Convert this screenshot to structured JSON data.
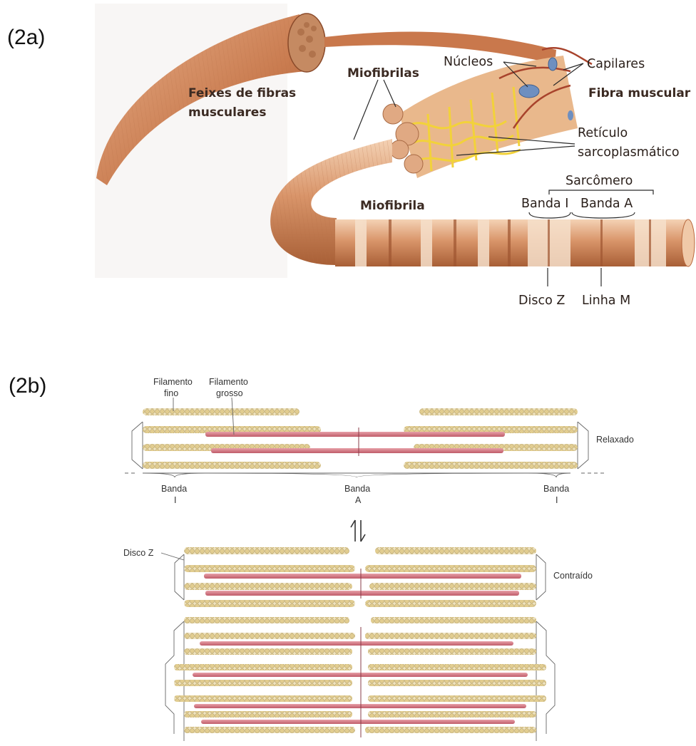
{
  "figure_a": {
    "panel_label": "(2a)",
    "labels": {
      "feixes_line1": "Feixes de fibras",
      "feixes_line2": "musculares",
      "miofibrilas": "Miofibrilas",
      "nucleos": "Núcleos",
      "capilares": "Capilares",
      "fibra_muscular": "Fibra muscular",
      "reticulo_line1": "Retículo",
      "reticulo_line2": "sarcoplasmático",
      "sarcomero": "Sarcômero",
      "banda_i": "Banda I",
      "banda_a": "Banda A",
      "miofibrila": "Miofibrila",
      "disco_z": "Disco Z",
      "linha_m": "Linha M"
    }
  },
  "figure_b": {
    "panel_label": "(2b)",
    "labels": {
      "filamento_fino_1": "Filamento",
      "filamento_fino_2": "fino",
      "filamento_grosso_1": "Filamento",
      "filamento_grosso_2": "grosso",
      "relaxado": "Relaxado",
      "banda_i_left_1": "Banda",
      "banda_i_left_2": "I",
      "banda_a_1": "Banda",
      "banda_a_2": "A",
      "banda_i_right_1": "Banda",
      "banda_i_right_2": "I",
      "disco_z": "Disco Z",
      "contraido": "Contraído"
    }
  },
  "colors": {
    "muscle": "#d9956a",
    "muscle_dark": "#b8683d",
    "muscle_light": "#f0c9a8",
    "reticulum": "#f2d23a",
    "nucleus": "#6e8fc0",
    "capillary": "#a8432c",
    "thin_filament": "#e8d6a4",
    "thick_filament": "#d77a86"
  }
}
